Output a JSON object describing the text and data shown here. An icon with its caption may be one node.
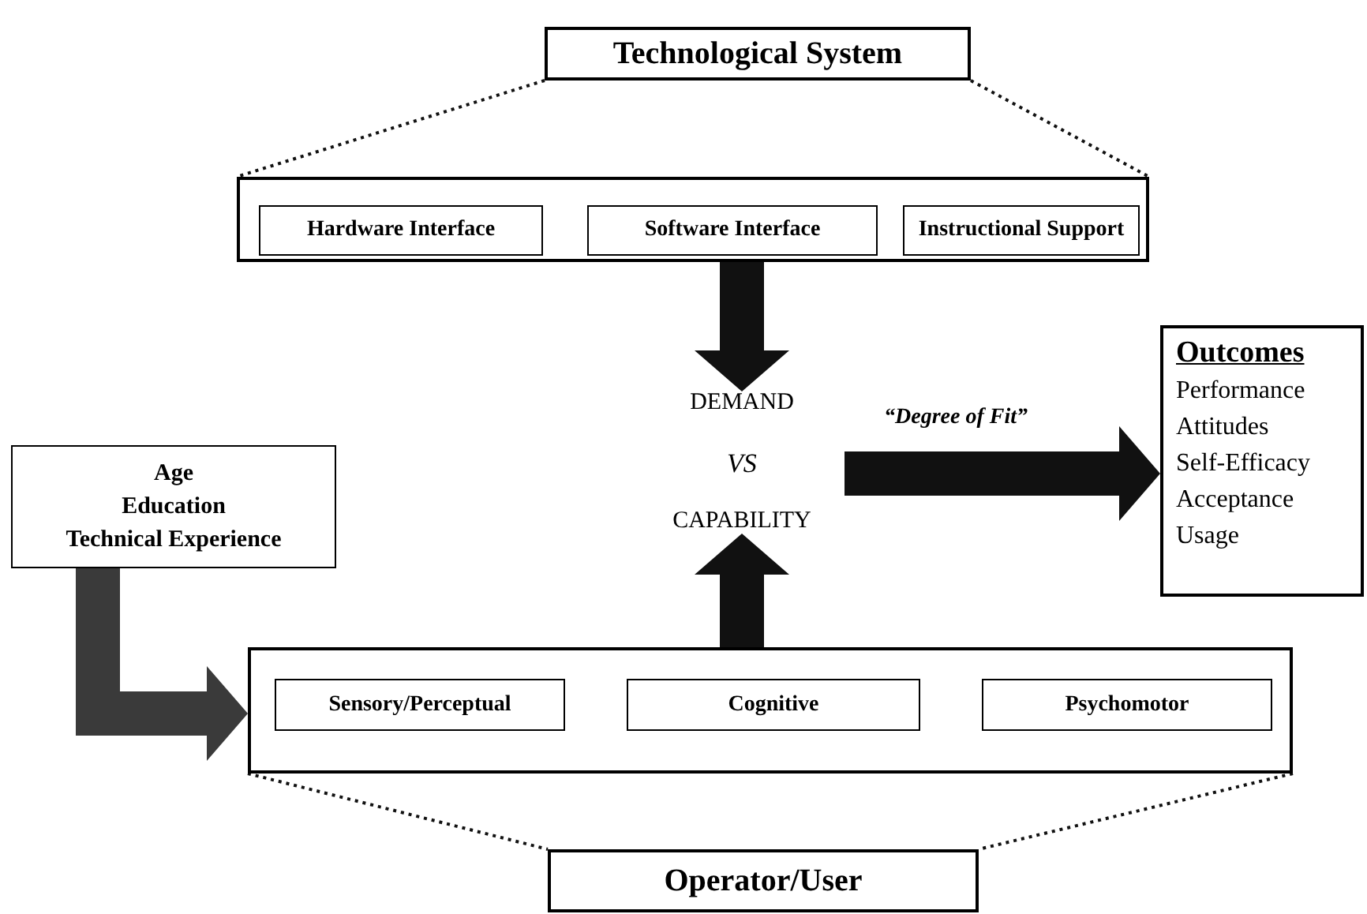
{
  "diagram": {
    "nodes": [
      {
        "text": [
          "Technological System"
        ]
      },
      {
        "text": [],
        "shape": "box"
      },
      {
        "text": [
          "Hardware Interface"
        ],
        "in": 1
      },
      {
        "text": [
          "Software Interface"
        ],
        "in": 1
      },
      {
        "text": [
          "Instructional Support"
        ],
        "in": 1
      },
      {
        "text": [
          "DEMAND",
          "VS",
          "CAPABILITY"
        ]
      },
      {
        "text": [
          "Outcomes",
          "Performance",
          "Attitudes",
          "Self-Efficacy",
          "Acceptance",
          "Usage"
        ]
      },
      {
        "text": [
          "Age",
          "Education",
          "Technical Experience"
        ]
      },
      {
        "text": [],
        "shape": "box"
      },
      {
        "text": [
          "Sensory/Perceptual"
        ],
        "in": 8
      },
      {
        "text": [
          "Cognitive"
        ],
        "in": 8
      },
      {
        "text": [
          "Psychomotor"
        ],
        "in": 8
      },
      {
        "text": [
          "Operator/User"
        ]
      }
    ],
    "edges": [
      {
        "from": 0,
        "to": 1,
        "arrow": "none",
        "style": "dashed"
      },
      {
        "from": 0,
        "to": 1,
        "arrow": "none",
        "style": "dashed"
      },
      {
        "from": 1,
        "to": 5,
        "arrow": "to",
        "style": "thick"
      },
      {
        "from": 8,
        "to": 5,
        "arrow": "to",
        "style": "thick"
      },
      {
        "from": 5,
        "to": 6,
        "arrow": "to",
        "style": "thick",
        "label": "“Degree of Fit”"
      },
      {
        "from": 7,
        "to": 8,
        "arrow": "to",
        "style": "thick",
        "color": "#3a3a3a"
      },
      {
        "from": 8,
        "to": 12,
        "arrow": "none",
        "style": "dashed"
      },
      {
        "from": 8,
        "to": 12,
        "arrow": "none",
        "style": "dashed"
      }
    ]
  }
}
